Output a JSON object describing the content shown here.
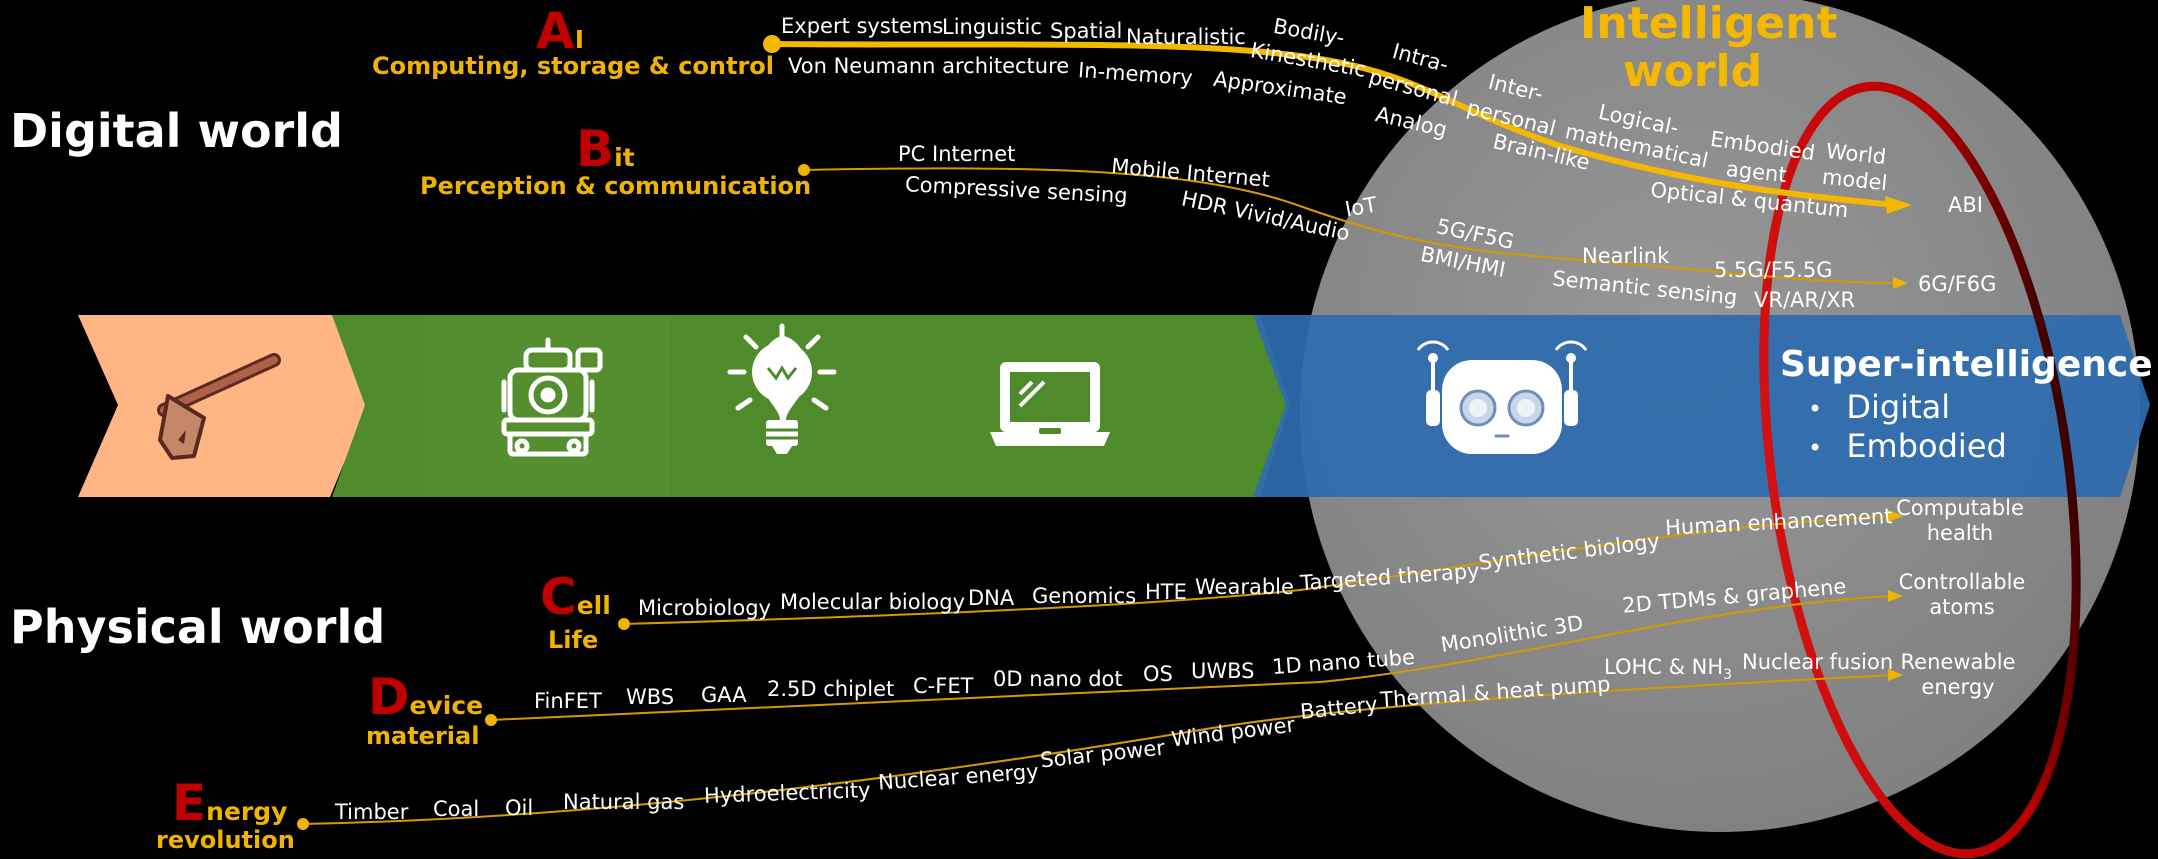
{
  "worlds": {
    "digital": "Digital world",
    "physical": "Physical world"
  },
  "intelligent_world": [
    "Intelligent",
    "world"
  ],
  "categories": {
    "ai": {
      "letter": "A",
      "rest": "I",
      "title": "Computing, storage & control"
    },
    "bit": {
      "letter": "B",
      "rest": "it",
      "title": "Perception & communication"
    },
    "cell": {
      "letter": "C",
      "rest": "ell",
      "title": "Life"
    },
    "device": {
      "letter": "D",
      "rest": "evice",
      "title": "material"
    },
    "energy": {
      "letter": "E",
      "rest": "nergy",
      "title": "revolution"
    }
  },
  "ai_labels": [
    "Expert systems",
    "Linguistic",
    "Spatial",
    "Naturalistic",
    "Bodily-",
    "Kinesthetic",
    "Intra-",
    "personal",
    "Inter-",
    "personal",
    "Logical-",
    "mathematical",
    "Embodied",
    "agent",
    "World",
    "model",
    "Von Neumann architecture",
    "In-memory",
    "Approximate",
    "Analog",
    "Brain-like",
    "Optical & quantum"
  ],
  "bit_labels": [
    "PC Internet",
    "Compressive sensing",
    "Mobile Internet",
    "HDR Vivid/Audio",
    "IoT",
    "5G/F5G",
    "BMI/HMI",
    "Nearlink",
    "Semantic sensing",
    "5.5G/F5.5G",
    "VR/AR/XR"
  ],
  "cell_labels": [
    "Microbiology",
    "Molecular biology",
    "DNA",
    "Genomics",
    "HTE",
    "Wearable",
    "Targeted therapy",
    "Synthetic biology",
    "Human enhancement"
  ],
  "device_labels": [
    "FinFET",
    "WBS",
    "GAA",
    "2.5D chiplet",
    "C-FET",
    "0D nano dot",
    "OS",
    "UWBS",
    "1D nano tube",
    "Monolithic 3D",
    "2D TDMs & graphene"
  ],
  "energy_labels": [
    "Timber",
    "Coal",
    "Oil",
    "Natural gas",
    "Hydroelectricity",
    "Nuclear energy",
    "Solar power",
    "Wind power",
    "Battery",
    "Thermal & heat pump",
    "LOHC & NH",
    "3",
    "Nuclear fusion"
  ],
  "targets": {
    "abi": "ABI",
    "g6": "6G/F6G",
    "health": [
      "Computable",
      "health"
    ],
    "atoms": [
      "Controllable",
      "atoms"
    ],
    "renewable": [
      "Renewable",
      "energy"
    ]
  },
  "super": {
    "title": "Super-intelligence",
    "items": [
      "Digital",
      "Embodied"
    ]
  },
  "icons": [
    "axe-icon",
    "steam-locomotive-icon",
    "light-bulb-icon",
    "laptop-icon",
    "robot-icon"
  ],
  "colors": {
    "orange_era": "#ffb584",
    "green_era": "#4f8a2b",
    "blue_era": "#2e6cae",
    "accent": "#f0b400",
    "letter_red": "#c00000",
    "sphere": "#8c8c8c",
    "ring": "#c00000"
  }
}
